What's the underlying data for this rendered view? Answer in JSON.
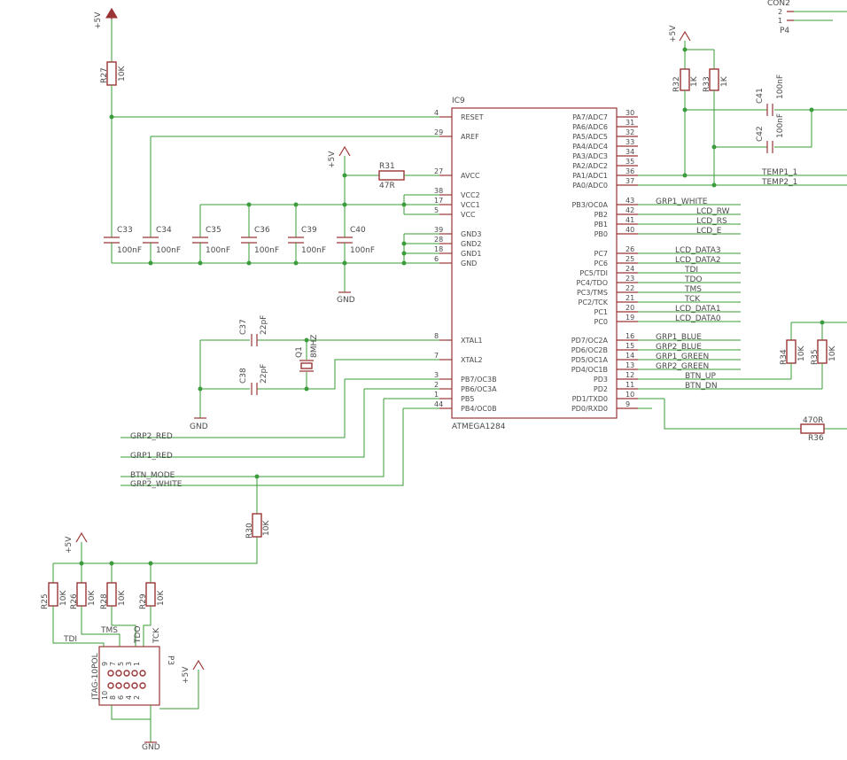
{
  "schematic": {
    "supply_label": "+5V",
    "ground_label": "GND",
    "ic": {
      "name": "IC9",
      "part": "ATMEGA1284"
    },
    "left_pins": [
      {
        "num": "4",
        "name": "RESET"
      },
      {
        "num": "29",
        "name": "AREF"
      },
      {
        "num": "27",
        "name": "AVCC"
      },
      {
        "num": "38",
        "name": "VCC2"
      },
      {
        "num": "17",
        "name": "VCC1"
      },
      {
        "num": "5",
        "name": "VCC"
      },
      {
        "num": "39",
        "name": "GND3"
      },
      {
        "num": "28",
        "name": "GND2"
      },
      {
        "num": "18",
        "name": "GND1"
      },
      {
        "num": "6",
        "name": "GND"
      },
      {
        "num": "8",
        "name": "XTAL1"
      },
      {
        "num": "7",
        "name": "XTAL2"
      },
      {
        "num": "3",
        "name": "PB7/OC3B"
      },
      {
        "num": "2",
        "name": "PB6/OC3A"
      },
      {
        "num": "1",
        "name": "PB5"
      },
      {
        "num": "44",
        "name": "PB4/OC0B"
      }
    ],
    "right_pins": [
      {
        "num": "30",
        "name": "PA7/ADC7"
      },
      {
        "num": "31",
        "name": "PA6/ADC6"
      },
      {
        "num": "32",
        "name": "PA5/ADC5"
      },
      {
        "num": "33",
        "name": "PA4/ADC4"
      },
      {
        "num": "34",
        "name": "PA3/ADC3"
      },
      {
        "num": "35",
        "name": "PA2/ADC2"
      },
      {
        "num": "36",
        "name": "PA1/ADC1"
      },
      {
        "num": "37",
        "name": "PA0/ADC0"
      },
      {
        "num": "43",
        "name": "PB3/OC0A"
      },
      {
        "num": "42",
        "name": "PB2"
      },
      {
        "num": "41",
        "name": "PB1"
      },
      {
        "num": "40",
        "name": "PB0"
      },
      {
        "num": "26",
        "name": "PC7"
      },
      {
        "num": "25",
        "name": "PC6"
      },
      {
        "num": "24",
        "name": "PC5/TDI"
      },
      {
        "num": "23",
        "name": "PC4/TDO"
      },
      {
        "num": "22",
        "name": "PC3/TMS"
      },
      {
        "num": "21",
        "name": "PC2/TCK"
      },
      {
        "num": "20",
        "name": "PC1"
      },
      {
        "num": "19",
        "name": "PC0"
      },
      {
        "num": "16",
        "name": "PD7/OC2A"
      },
      {
        "num": "15",
        "name": "PD6/OC2B"
      },
      {
        "num": "14",
        "name": "PD5/OC1A"
      },
      {
        "num": "13",
        "name": "PD4/OC1B"
      },
      {
        "num": "12",
        "name": "PD3"
      },
      {
        "num": "11",
        "name": "PD2"
      },
      {
        "num": "10",
        "name": "PD1/TXD0"
      },
      {
        "num": "9",
        "name": "PD0/RXD0"
      }
    ],
    "right_nets": [
      "TEMP1_1",
      "TEMP2_1",
      "GRP1_WHITE",
      "LCD_RW",
      "LCD_RS",
      "LCD_E",
      "LCD_DATA3",
      "LCD_DATA2",
      "TDI",
      "TDO",
      "TMS",
      "TCK",
      "LCD_DATA1",
      "LCD_DATA0",
      "GRP1_BLUE",
      "GRP2_BLUE",
      "GRP1_GREEN",
      "GRP2_GREEN",
      "BTN_UP",
      "BTN_DN"
    ],
    "left_nets": [
      "GRP2_RED",
      "GRP1_RED",
      "BTN_MODE",
      "GRP2_WHITE"
    ],
    "jtag_nets": [
      "TDI",
      "TMS",
      "TDO",
      "TCK"
    ],
    "capacitors": [
      {
        "ref": "C33",
        "value": "100nF"
      },
      {
        "ref": "C34",
        "value": "100nF"
      },
      {
        "ref": "C35",
        "value": "100nF"
      },
      {
        "ref": "C36",
        "value": "100nF"
      },
      {
        "ref": "C39",
        "value": "100nF"
      },
      {
        "ref": "C40",
        "value": "100nF"
      },
      {
        "ref": "C37",
        "value": "22pF"
      },
      {
        "ref": "C38",
        "value": "22pF"
      },
      {
        "ref": "C41",
        "value": "100nF"
      },
      {
        "ref": "C42",
        "value": "100nF"
      }
    ],
    "resistors": [
      {
        "ref": "R27",
        "value": "10K"
      },
      {
        "ref": "R31",
        "value": "47R"
      },
      {
        "ref": "R32",
        "value": "1K"
      },
      {
        "ref": "R33",
        "value": "1K"
      },
      {
        "ref": "R34",
        "value": "10K"
      },
      {
        "ref": "R35",
        "value": "10K"
      },
      {
        "ref": "R36",
        "value": "470R"
      },
      {
        "ref": "R30",
        "value": "10K"
      },
      {
        "ref": "R25",
        "value": "10K"
      },
      {
        "ref": "R26",
        "value": "10K"
      },
      {
        "ref": "R28",
        "value": "10K"
      },
      {
        "ref": "R29",
        "value": "10K"
      }
    ],
    "crystal": {
      "ref": "Q1",
      "value": "8MHZ"
    },
    "jtag": {
      "ref": "P3",
      "part": "JTAG-10POL",
      "top_pins": [
        "9",
        "7",
        "5",
        "3",
        "1"
      ],
      "bottom_pins": [
        "10",
        "8",
        "6",
        "4",
        "2"
      ]
    },
    "connector": {
      "ref": "CON2",
      "part": "P4",
      "pins": [
        "2",
        "1"
      ]
    }
  },
  "colors": {
    "wire": "#3a9c3a",
    "symbol": "#9b3535",
    "text": "#4a4a4a",
    "background": "#ffffff"
  }
}
